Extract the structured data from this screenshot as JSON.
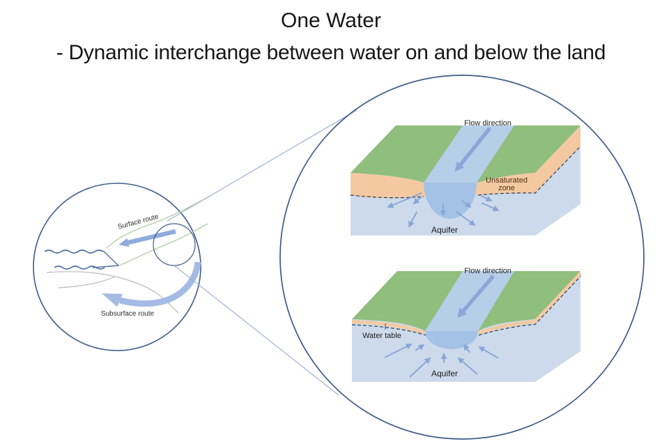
{
  "title": {
    "line1": "One Water",
    "line2": "- Dynamic interchange between water on and below the land"
  },
  "overview_circle": {
    "surface_route_label": "Surface route",
    "subsurface_route_label": "Subsurface route"
  },
  "magnified_view": {
    "losing_stream": {
      "flow_direction_label": "Flow direction",
      "unsaturated_zone_label_line1": "Unsaturated",
      "unsaturated_zone_label_line2": "zone",
      "aquifer_label": "Aquifer"
    },
    "gaining_stream": {
      "flow_direction_label": "Flow direction",
      "water_table_label": "Water table",
      "aquifer_label": "Aquifer"
    }
  },
  "colors": {
    "land_green": "#8fbe7d",
    "unsaturated_orange": "#f4c9a1",
    "aquifer_blue": "#ccdaeb",
    "channel_blue": "#b7cee9",
    "stream_blue": "#a3c2e5",
    "arrow_blue": "#8ba6d9",
    "circle_stroke": "#3d5a8b"
  }
}
